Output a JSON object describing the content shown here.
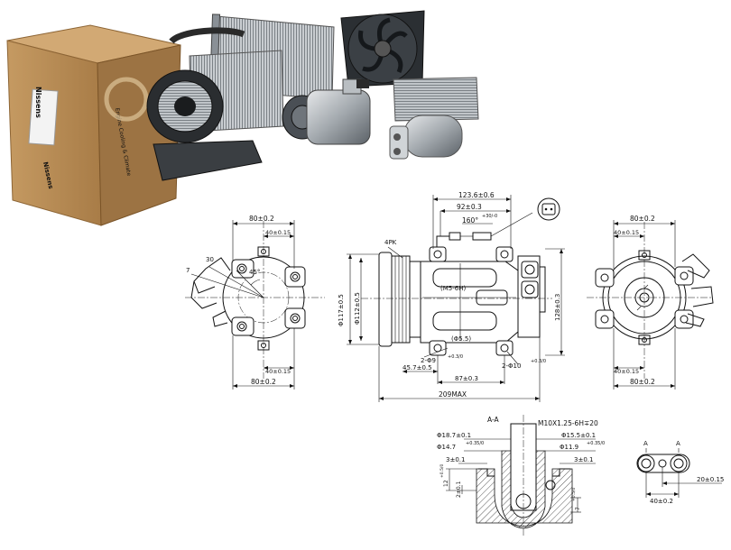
{
  "brand": {
    "box_label": "Nissens",
    "box_label_side": "Nissens",
    "box_tagline": "Engine Cooling & Climate"
  },
  "dimensions": {
    "left_width_top": "80±0.2",
    "left_half_top": "40±0.15",
    "left_angle_30": "30",
    "left_angle_7": "7",
    "left_angle_45": "45°",
    "left_half_bottom": "40±0.15",
    "left_width_bottom": "80±0.2",
    "total_width": "123.6±0.6",
    "dim_92": "92±0.3",
    "angle_160": "160°",
    "angle_160_tol": "+30/-0",
    "pulley_4pk": "4PK",
    "thread_m5": "(M5-6H)",
    "hole_55": "(Φ5.5)",
    "dia_117": "Φ117±0.5",
    "dia_112": "Φ112±0.5",
    "height_128": "128±0.3",
    "holes_93": "2-Φ9",
    "holes_93_tol": "+0.3/0",
    "holes_10": "2-Φ10",
    "holes_10_tol": "+0.3/0",
    "dim_457": "45.7±0.5",
    "dim_87": "87±0.3",
    "dim_209": "209MAX",
    "right_width_top": "80±0.2",
    "right_half_top": "40±0.15",
    "right_half_bottom": "40±0.15",
    "right_width_bottom": "80±0.2",
    "section_label": "A-A",
    "thread_m10": "M10X1.25-6H∓20",
    "dia_187": "Φ18.7±0.1",
    "dia_147": "Φ14.7",
    "dia_147_tol": "+0.35/0",
    "dia_155": "Φ15.5±0.1",
    "dia_119": "Φ11.9",
    "dia_119_tol": "+0.35/0",
    "depth_3_left": "3±0.1",
    "depth_3_right": "3±0.1",
    "height_12": "12",
    "height_12_tol": "+0.5/0",
    "height_2": "2±0.1",
    "height_7": "7",
    "height_7_tol": "+0.5/0",
    "port_a_left": "A",
    "port_a_right": "A",
    "port_40": "40±0.2",
    "port_20": "20±0.15"
  },
  "colors": {
    "box": "#b58a55",
    "box_side": "#9a7040",
    "metal": "#9aa0a6",
    "metal_dark": "#4a4f55",
    "line": "#111111"
  }
}
